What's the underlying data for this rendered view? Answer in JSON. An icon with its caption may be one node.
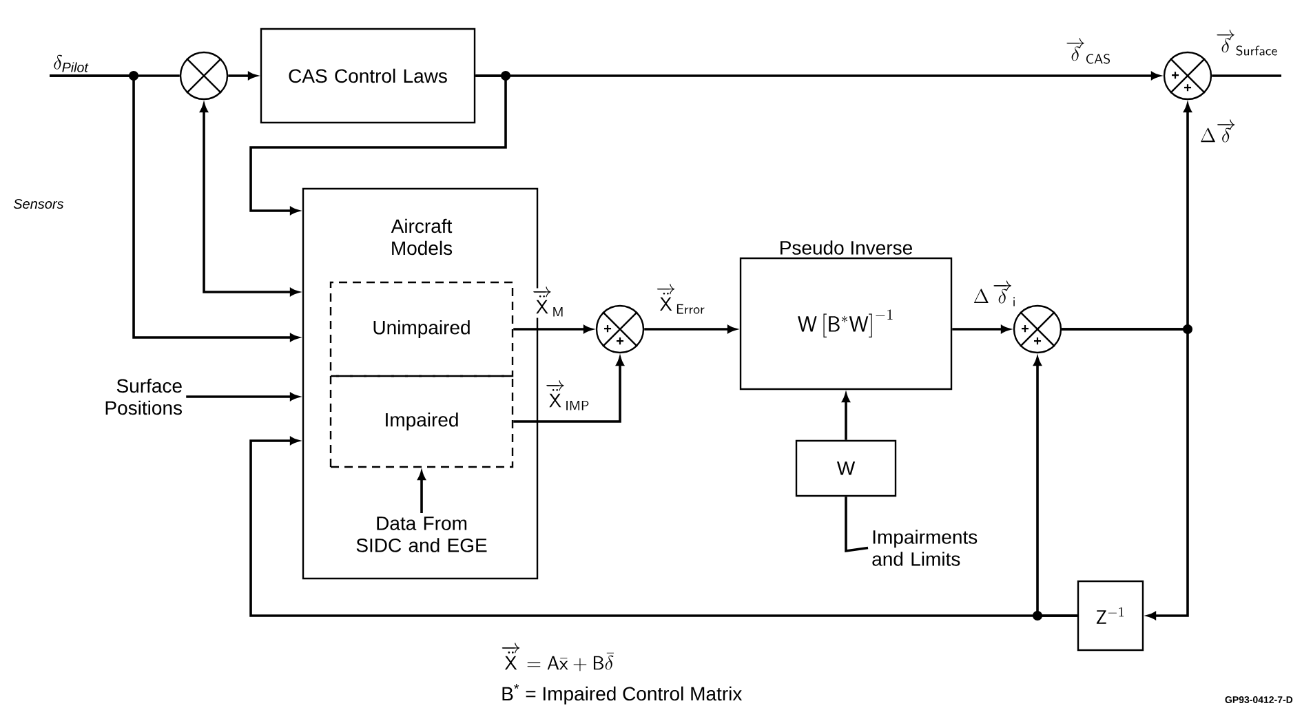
{
  "diagram": {
    "nodes": [
      {
        "text": [
          "\\delta_{\\mathit{Pilot}}"
        ]
      },
      {
        "text": [],
        "shape": "circle"
      },
      {
        "text": [
          "CAS Control Laws"
        ]
      },
      {
        "text": [
          "Aircraft Models"
        ]
      },
      {
        "text": [
          "Unimpaired"
        ],
        "in": 3
      },
      {
        "text": [
          "Impaired"
        ],
        "in": 3
      },
      {
        "text": [
          "Data From SIDC and EGE"
        ],
        "in": 3
      },
      {
        "text": [
          "Surface Positions"
        ]
      },
      {
        "text": [
          "+",
          "+"
        ]
      },
      {
        "text": [
          "Pseudo Inverse",
          "\\mathsf{W}\\left[\\mathsf{B}^{*}\\mathsf{W}\\right]^{-1}"
        ]
      },
      {
        "text": [
          "W"
        ]
      },
      {
        "text": [
          "Impairments and Limits"
        ]
      },
      {
        "text": [
          "+",
          "+"
        ]
      },
      {
        "text": [
          "\\mathsf{Z}^{-1}"
        ]
      },
      {
        "text": [
          "+",
          "+"
        ]
      }
    ],
    "edges": [
      {
        "from": 0,
        "to": 1,
        "arrow": "none"
      },
      {
        "from": 1,
        "to": 2,
        "arrow": "to"
      },
      {
        "from": 2,
        "to": 14,
        "arrow": "to",
        "label": "\\overrightarrow{\\delta}_{\\mathsf{CAS}}"
      },
      {
        "from": 2,
        "to": 3,
        "arrow": "to"
      },
      {
        "from": 0,
        "to": 3,
        "arrow": "to"
      },
      {
        "from": 1,
        "to": 3,
        "arrow": "both"
      },
      {
        "from": 7,
        "to": 3,
        "arrow": "to"
      },
      {
        "from": 6,
        "to": 5,
        "arrow": "to"
      },
      {
        "from": 4,
        "to": 8,
        "arrow": "to",
        "label": "\\overrightarrow{\\ddot{\\mathsf{X}}}_{\\mathsf{M}}"
      },
      {
        "from": 5,
        "to": 8,
        "arrow": "to",
        "label": "\\overrightarrow{\\ddot{\\mathsf{X}}}_{\\mathsf{IMP}}"
      },
      {
        "from": 8,
        "to": 9,
        "arrow": "to",
        "label": "\\overrightarrow{\\ddot{\\mathsf{X}}}_{\\mathsf{Error}}"
      },
      {
        "from": 9,
        "to": 12,
        "arrow": "to",
        "label": "\\Delta\\,\\overrightarrow{\\delta}_{\\mathsf{i}}"
      },
      {
        "from": 10,
        "to": 9,
        "arrow": "to"
      },
      {
        "from": 11,
        "to": 10,
        "arrow": "none"
      },
      {
        "from": 12,
        "to": 14,
        "arrow": "to",
        "label": "\\Delta\\overrightarrow{\\delta}"
      },
      {
        "from": 12,
        "to": 13,
        "arrow": "to"
      },
      {
        "from": 13,
        "to": 12,
        "arrow": "to"
      },
      {
        "from": 13,
        "to": 3,
        "arrow": "to"
      },
      {
        "from": 14,
        "to": null,
        "arrow": "none",
        "label": "\\overrightarrow{\\delta}_{\\mathsf{Surface}}"
      }
    ],
    "labels": [
      "Sensors",
      "\\overrightarrow{\\ddot{\\mathsf{X}}} = \\mathsf{A}\\bar{\\mathsf{x}} + \\mathsf{B}\\bar{\\delta}",
      "B$^{*}$ = Impaired Control Matrix",
      "GP93-0412-7-D"
    ]
  }
}
